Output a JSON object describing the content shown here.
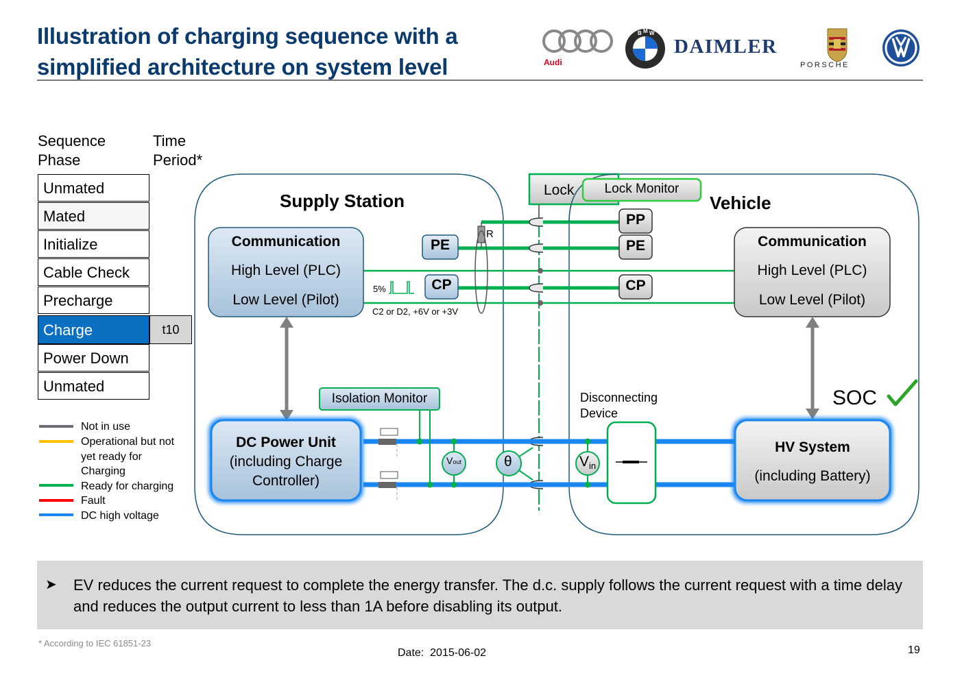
{
  "header": {
    "title_line1": "Illustration of charging sequence with a",
    "title_line2": "simplified architecture on system level",
    "logos": [
      "Audi",
      "BMW",
      "DAIMLER",
      "PORSCHE",
      "VW"
    ],
    "logo_icons": [
      "audi-rings-icon",
      "bmw-roundel-icon",
      "daimler-wordmark",
      "porsche-crest-icon",
      "vw-emblem-icon"
    ]
  },
  "sequence": {
    "col1_header_line1": "Sequence",
    "col1_header_line2": "Phase",
    "col2_header_line1": "Time",
    "col2_header_line2": "Period*",
    "phases": [
      "Unmated",
      "Mated",
      "Initialize",
      "Cable Check",
      "Precharge",
      "Charge",
      "Power Down",
      "Unmated"
    ],
    "active_phase": "Charge",
    "active_time": "t10"
  },
  "legend": {
    "items": [
      {
        "label": "Not in use",
        "color": "#6b6e74"
      },
      {
        "label": "Operational but not yet ready for Charging",
        "color": "#ffc000"
      },
      {
        "label": "Ready for charging",
        "color": "#00b050"
      },
      {
        "label": "Fault",
        "color": "#ff0000"
      },
      {
        "label": "DC high voltage",
        "color": "#1a86f0"
      }
    ],
    "lines": [
      "Not in use",
      "Operational but not",
      "yet ready for",
      "Charging",
      "Ready for charging",
      "Fault",
      "DC high voltage"
    ]
  },
  "diagram": {
    "supply_station": {
      "title": "Supply Station",
      "comm_title": "Communication",
      "comm_high": "High Level (PLC)",
      "comm_low": "Low Level (Pilot)",
      "pe": "PE",
      "cp": "CP",
      "resistor": "R",
      "duty": "5%",
      "cp_state": "C2 or D2, +6V or +3V",
      "dc_unit_title": "DC Power Unit",
      "dc_unit_sub1": "(including Charge",
      "dc_unit_sub2": "Controller)",
      "isolation_monitor": "Isolation Monitor",
      "vout_main": "V",
      "vout_sub": "out"
    },
    "coupler": {
      "lock": "Lock",
      "lock_monitor": "Lock Monitor",
      "theta": "θ"
    },
    "vehicle": {
      "title": "Vehicle",
      "pp": "PP",
      "pe": "PE",
      "cp": "CP",
      "comm_title": "Communication",
      "comm_high": "High Level (PLC)",
      "comm_low": "Low Level (Pilot)",
      "disconnect_line1": "Disconnecting",
      "disconnect_line2": "Device",
      "vin_main": "V",
      "vin_sub": "in",
      "soc": "SOC",
      "hv_title": "HV System",
      "hv_sub": "(including Battery)"
    },
    "colors": {
      "ready": "#00b050",
      "dc": "#1a86f0",
      "not_in_use": "#6b6e74",
      "frame": "#1f5c7a"
    }
  },
  "note": {
    "text": "EV reduces the current request to complete the energy transfer. The d.c. supply follows the current request with a time delay and reduces the output current to less than 1A before disabling its output."
  },
  "footer": {
    "footnote": "* According to IEC 61851-23",
    "date_label": "Date:",
    "date": "2015-06-02",
    "page": "19"
  }
}
